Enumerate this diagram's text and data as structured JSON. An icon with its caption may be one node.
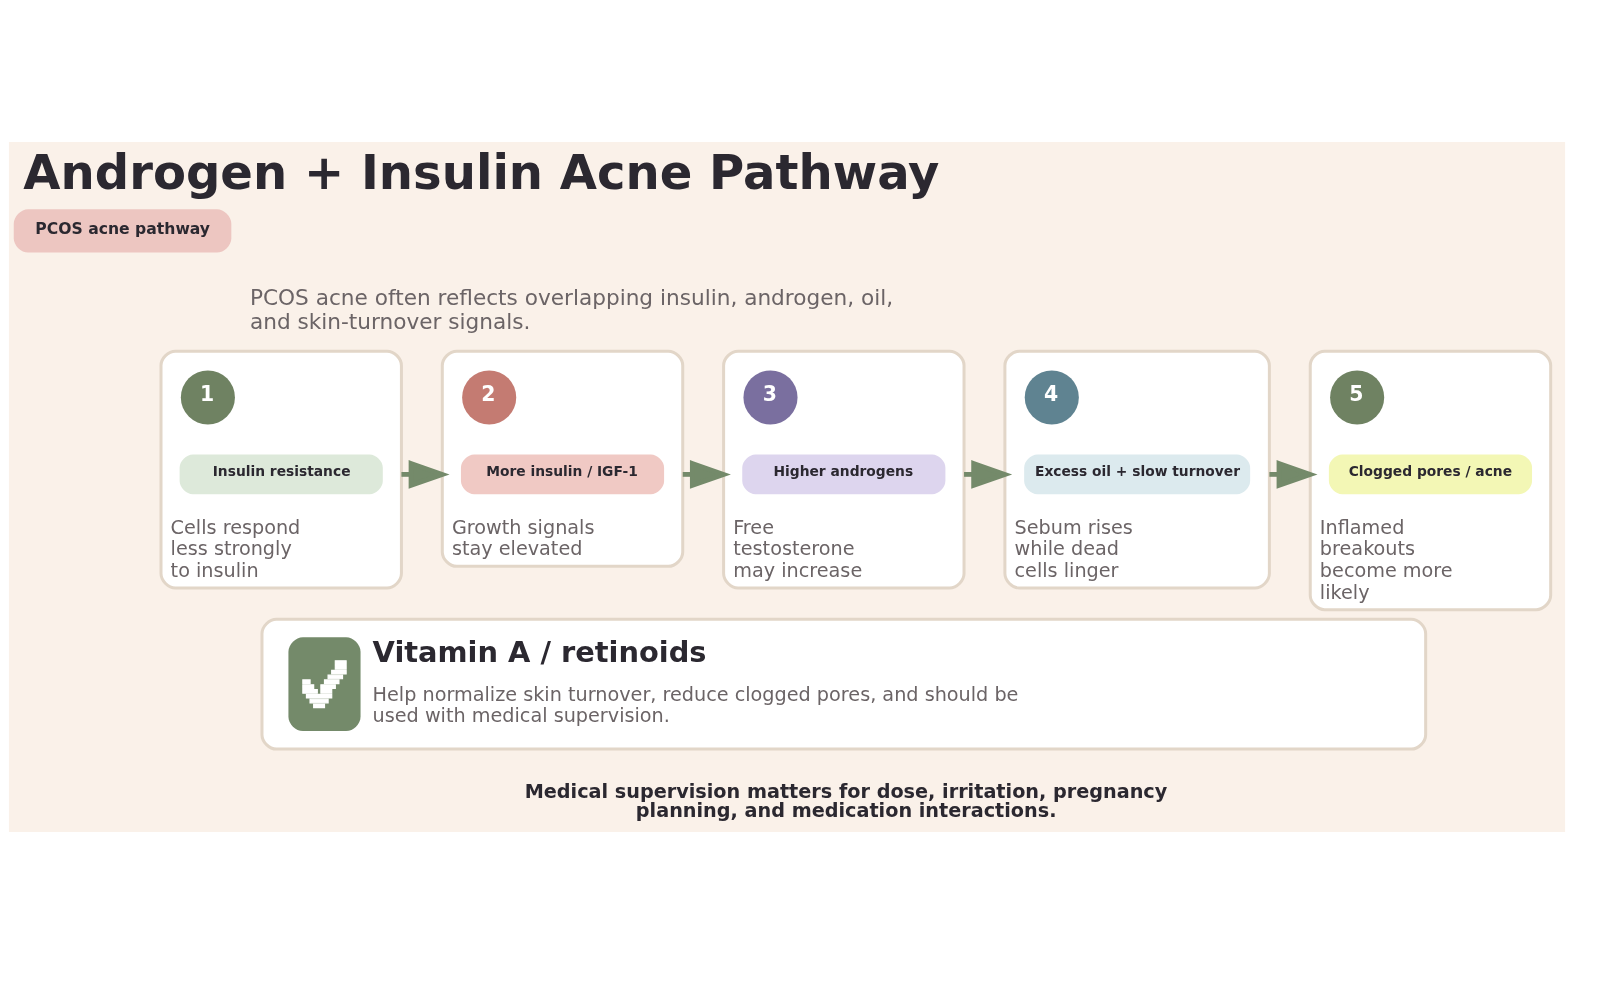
{
  "diagram": {
    "title": "Androgen + Insulin Acne Pathway",
    "nodes": [
      {
        "text": [
          "PCOS acne pathway"
        ]
      },
      {
        "text": [
          "Cells respond less strongly to insulin"
        ]
      },
      {
        "text": [
          "1"
        ],
        "in": 1
      },
      {
        "text": [
          "Insulin resistance"
        ],
        "in": 1
      },
      {
        "text": [
          "Growth signals stay elevated"
        ]
      },
      {
        "text": [
          "2"
        ],
        "in": 4
      },
      {
        "text": [
          "More insulin / IGF-1"
        ],
        "in": 4
      },
      {
        "text": [
          "Free testosterone may increase"
        ]
      },
      {
        "text": [
          "3"
        ],
        "in": 7
      },
      {
        "text": [
          "Higher androgens"
        ],
        "in": 7
      },
      {
        "text": [
          "Sebum rises while dead cells linger"
        ]
      },
      {
        "text": [
          "4"
        ],
        "in": 10
      },
      {
        "text": [
          "Excess oil + slow turnover"
        ],
        "in": 10
      },
      {
        "text": [
          "Inflamed breakouts become more likely"
        ]
      },
      {
        "text": [
          "5"
        ],
        "in": 13
      },
      {
        "text": [
          "Clogged pores / acne"
        ],
        "in": 13
      },
      {
        "text": [
          "Vitamin A / retinoids",
          "Help normalize skin turnover, reduce clogged pores, and should be used with medical supervision."
        ]
      }
    ],
    "edges": [
      {
        "from": 1,
        "to": 4,
        "arrow": "to"
      },
      {
        "from": 4,
        "to": 7,
        "arrow": "to"
      },
      {
        "from": 7,
        "to": 10,
        "arrow": "to"
      },
      {
        "from": 10,
        "to": 13,
        "arrow": "to"
      }
    ],
    "labels": [
      "PCOS acne often reflects overlapping insulin, androgen, oil, and skin-turnover signals.",
      "Medical supervision matters for dose, irritation, pregnancy planning, and medication interactions."
    ]
  }
}
